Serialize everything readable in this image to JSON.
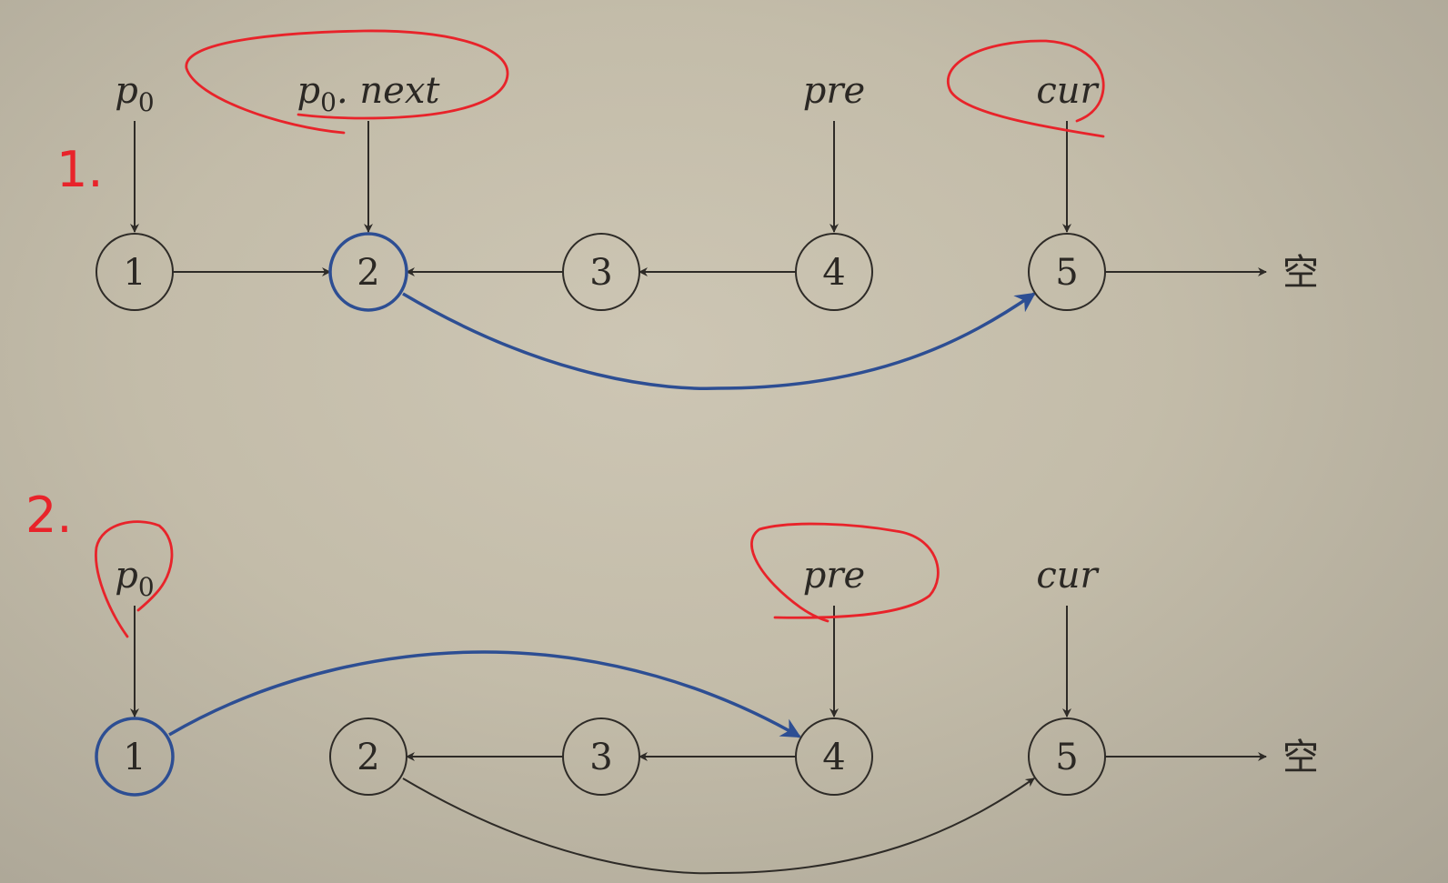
{
  "diagrams": [
    {
      "step": "1.",
      "nodes": [
        "1",
        "2",
        "3",
        "4",
        "5"
      ],
      "null_label": "空",
      "pointers": [
        {
          "base": "p",
          "sub": "0",
          "suffix": "",
          "target": "1"
        },
        {
          "base": "p",
          "sub": "0",
          "suffix": ". next",
          "target": "2"
        },
        {
          "base": "pre",
          "sub": "",
          "suffix": "",
          "target": "4"
        },
        {
          "base": "cur",
          "sub": "",
          "suffix": "",
          "target": "5"
        }
      ],
      "edges": [
        {
          "from": "1",
          "to": "2"
        },
        {
          "from": "3",
          "to": "2"
        },
        {
          "from": "4",
          "to": "3"
        },
        {
          "from": "5",
          "to": "空"
        },
        {
          "from": "2",
          "to": "5",
          "highlight": true
        }
      ],
      "highlighted_nodes": [
        "2"
      ],
      "circled_pointers": [
        "p0.next",
        "cur"
      ]
    },
    {
      "step": "2.",
      "nodes": [
        "1",
        "2",
        "3",
        "4",
        "5"
      ],
      "null_label": "空",
      "pointers": [
        {
          "base": "p",
          "sub": "0",
          "suffix": "",
          "target": "1"
        },
        {
          "base": "pre",
          "sub": "",
          "suffix": "",
          "target": "4"
        },
        {
          "base": "cur",
          "sub": "",
          "suffix": "",
          "target": "5"
        }
      ],
      "edges": [
        {
          "from": "3",
          "to": "2"
        },
        {
          "from": "4",
          "to": "3"
        },
        {
          "from": "5",
          "to": "空"
        },
        {
          "from": "2",
          "to": "5"
        },
        {
          "from": "1",
          "to": "4",
          "highlight": true
        }
      ],
      "highlighted_nodes": [
        "1"
      ],
      "circled_pointers": [
        "p0",
        "pre"
      ]
    }
  ],
  "colors": {
    "node": "#2e2b27",
    "highlight": "#2d4e93",
    "annotation": "#e8232a"
  }
}
